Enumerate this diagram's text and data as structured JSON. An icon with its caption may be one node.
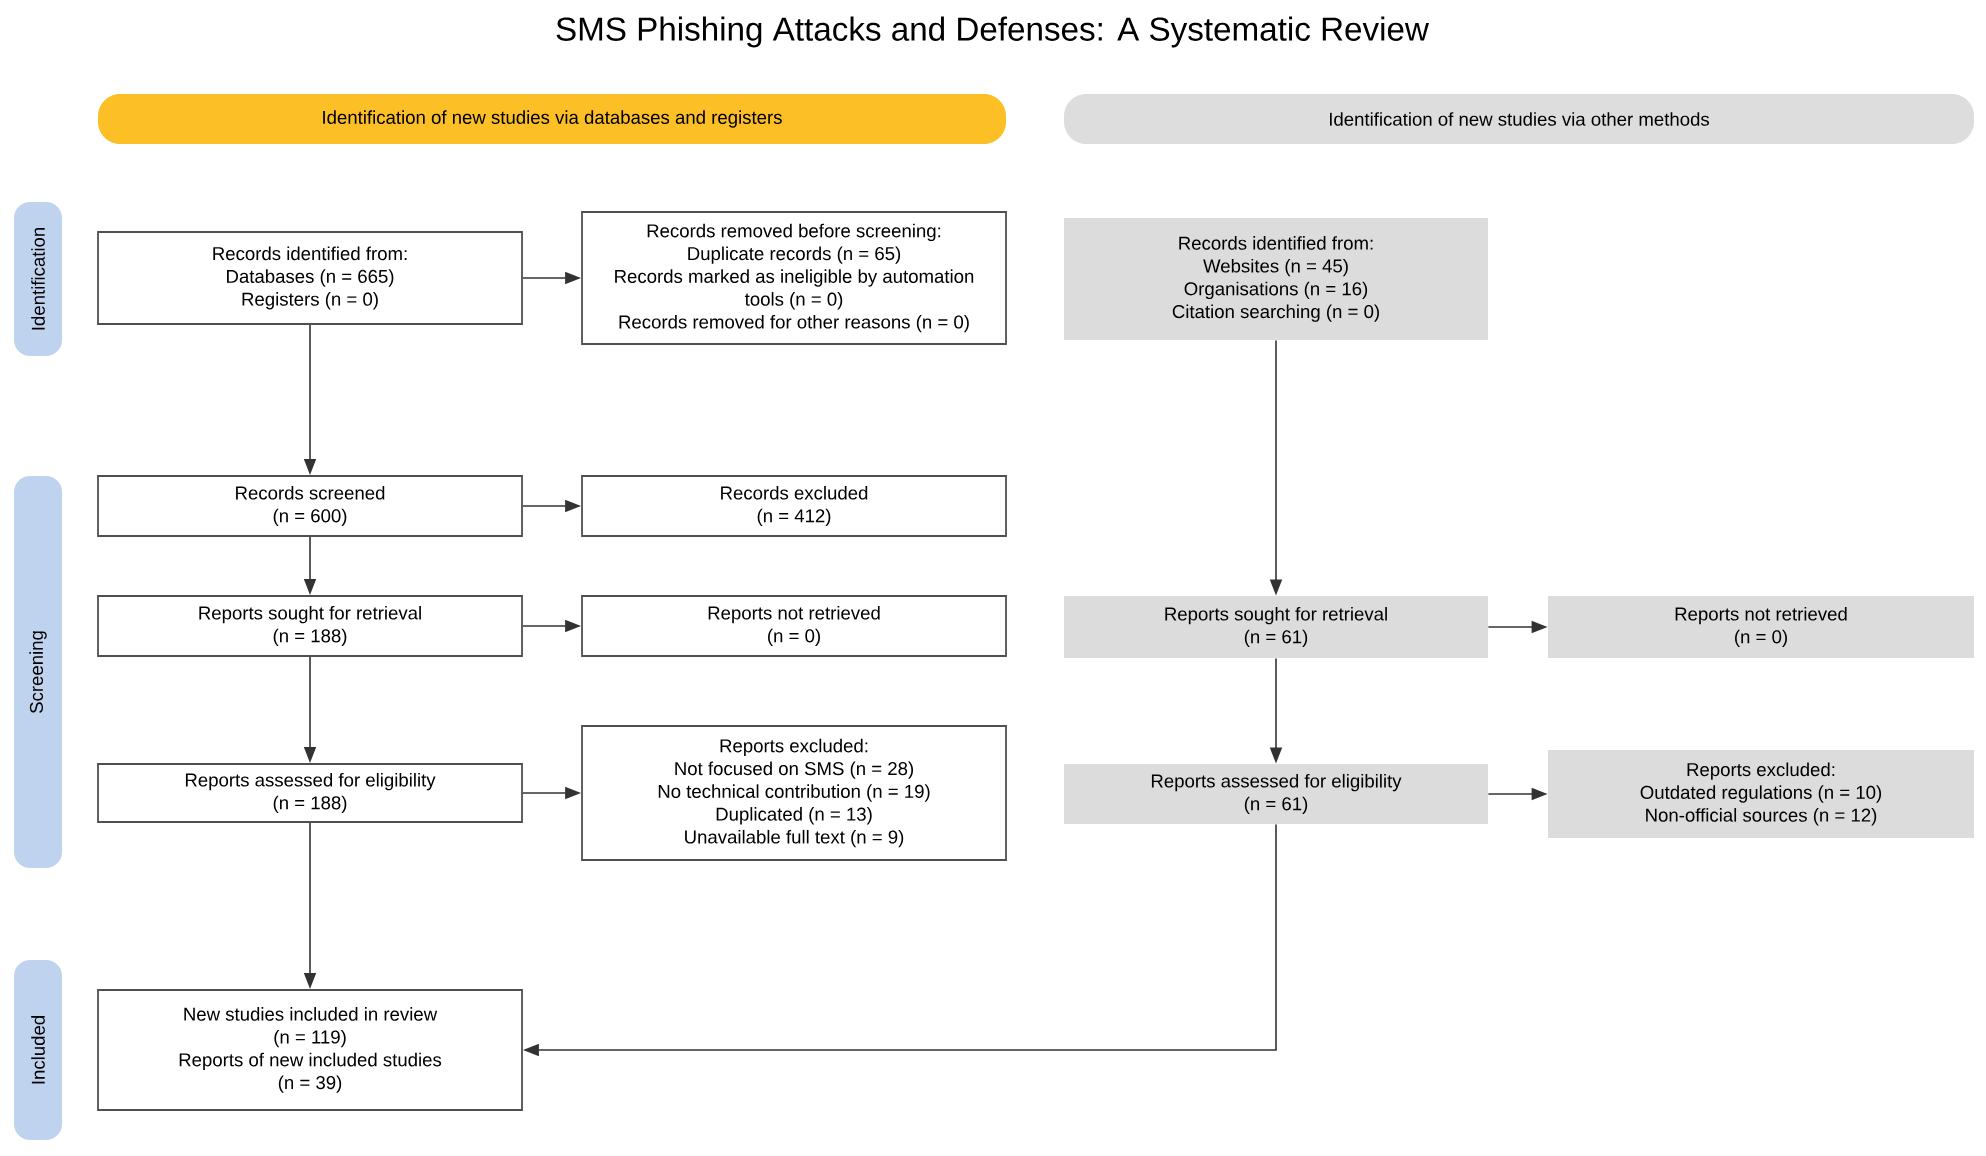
{
  "diagram": {
    "title": "SMS Phishing Attacks and Defenses: A Systematic Review",
    "nodes": [
      {
        "text": [
          "Identification of new studies via databases and registers"
        ]
      },
      {
        "text": [
          "Identification of new studies via other methods"
        ]
      },
      {
        "text": [
          "Identification"
        ]
      },
      {
        "text": [
          "Records identified from:",
          "Databases (n = 665)",
          "Registers (n = 0)"
        ]
      },
      {
        "text": [
          "Records removed before screening:",
          "Duplicate records (n = 65)",
          "Records marked as ineligible by automation tools (n = 0)",
          "Records removed for other reasons (n = 0)"
        ]
      },
      {
        "text": [
          "Records identified from:",
          "Websites (n = 45)",
          "Organisations (n = 16)",
          "Citation searching (n = 0)"
        ]
      },
      {
        "text": [
          "Screening"
        ]
      },
      {
        "text": [
          "Records screened",
          "(n = 600)"
        ]
      },
      {
        "text": [
          "Records excluded",
          "(n = 412)"
        ]
      },
      {
        "text": [
          "Reports sought for retrieval",
          "(n = 188)"
        ]
      },
      {
        "text": [
          "Reports not retrieved",
          "(n = 0)"
        ]
      },
      {
        "text": [
          "Reports sought for retrieval",
          "(n = 61)"
        ]
      },
      {
        "text": [
          "Reports not retrieved",
          "(n = 0)"
        ]
      },
      {
        "text": [
          "Reports assessed for eligibility",
          "(n = 188)"
        ]
      },
      {
        "text": [
          "Reports excluded:",
          "Not focused on SMS (n = 28)",
          "No technical contribution (n = 19)",
          "Duplicated (n = 13)",
          "Unavailable full text (n = 9)"
        ]
      },
      {
        "text": [
          "Reports assessed for eligibility",
          "(n = 61)"
        ]
      },
      {
        "text": [
          "Reports excluded:",
          "Outdated regulations (n = 10)",
          "Non-official sources (n = 12)"
        ]
      },
      {
        "text": [
          "Included"
        ]
      },
      {
        "text": [
          "New studies included in review",
          "(n = 119)",
          "Reports of new included studies",
          "(n = 39)"
        ]
      }
    ],
    "edges": [
      {
        "from": 3,
        "to": 4,
        "arrow": "to"
      },
      {
        "from": 3,
        "to": 7,
        "arrow": "to"
      },
      {
        "from": 7,
        "to": 8,
        "arrow": "to"
      },
      {
        "from": 7,
        "to": 9,
        "arrow": "to"
      },
      {
        "from": 9,
        "to": 10,
        "arrow": "to"
      },
      {
        "from": 9,
        "to": 13,
        "arrow": "to"
      },
      {
        "from": 13,
        "to": 14,
        "arrow": "to"
      },
      {
        "from": 13,
        "to": 18,
        "arrow": "to"
      },
      {
        "from": 5,
        "to": 11,
        "arrow": "to"
      },
      {
        "from": 11,
        "to": 12,
        "arrow": "to"
      },
      {
        "from": 11,
        "to": 15,
        "arrow": "to"
      },
      {
        "from": 15,
        "to": 16,
        "arrow": "to"
      },
      {
        "from": 15,
        "to": 18,
        "arrow": "to"
      }
    ]
  }
}
